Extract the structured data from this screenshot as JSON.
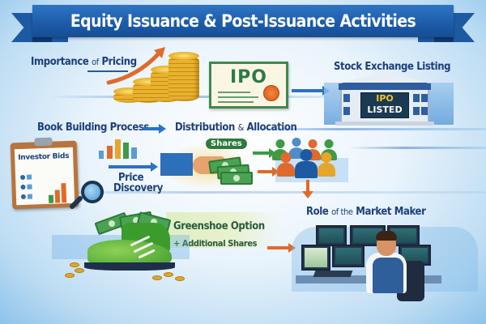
{
  "title": "Equity Issuance & Post-Issuance Activities",
  "sections": {
    "pricing": {
      "label_main": "Importance",
      "label_of": "of",
      "label_end": "Pricing"
    },
    "ipo_certificate": {
      "text": "IPO"
    },
    "stock_exchange": {
      "label": "Stock Exchange Listing",
      "sign_line1": "IPO",
      "sign_line2": "LISTED"
    },
    "book_building": {
      "label": "Book Building Process",
      "clipboard_title": "Investor Bids",
      "price_discovery_line1": "Price",
      "price_discovery_line2": "Discovery"
    },
    "distribution": {
      "label_main": "Distribution",
      "label_amp": "&",
      "label_end": "Allocation",
      "tag": "Shares"
    },
    "greenshoe": {
      "label": "Greenshoe Option",
      "sublabel": "+ Additional Shares"
    },
    "market_maker": {
      "label_main": "Role",
      "label_of": "of the",
      "label_end": "Market Maker"
    }
  },
  "colors": {
    "banner": "#1d5aa3",
    "heading_text": "#1c3f7a",
    "arrow_blue": "#2a72c3",
    "arrow_orange": "#e06a2c",
    "green": "#3c9b2d",
    "coin": "#e8b22e"
  }
}
